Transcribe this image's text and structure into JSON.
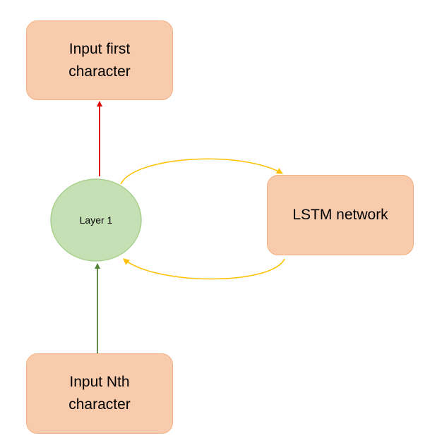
{
  "nodes": {
    "first": {
      "label": "Input first\ncharacter"
    },
    "nth": {
      "label": "Input Nth\ncharacter"
    },
    "lstm": {
      "label": "LSTM network"
    },
    "layer": {
      "label": "Layer 1"
    }
  },
  "colors": {
    "box_fill": "#f8cbad",
    "box_border": "#f4b183",
    "circle_fill": "#c5e0b4",
    "circle_border": "#a9d18e",
    "arrow_output": "#e00000",
    "arrow_input": "#548235",
    "arrow_loop": "#ffc000"
  }
}
